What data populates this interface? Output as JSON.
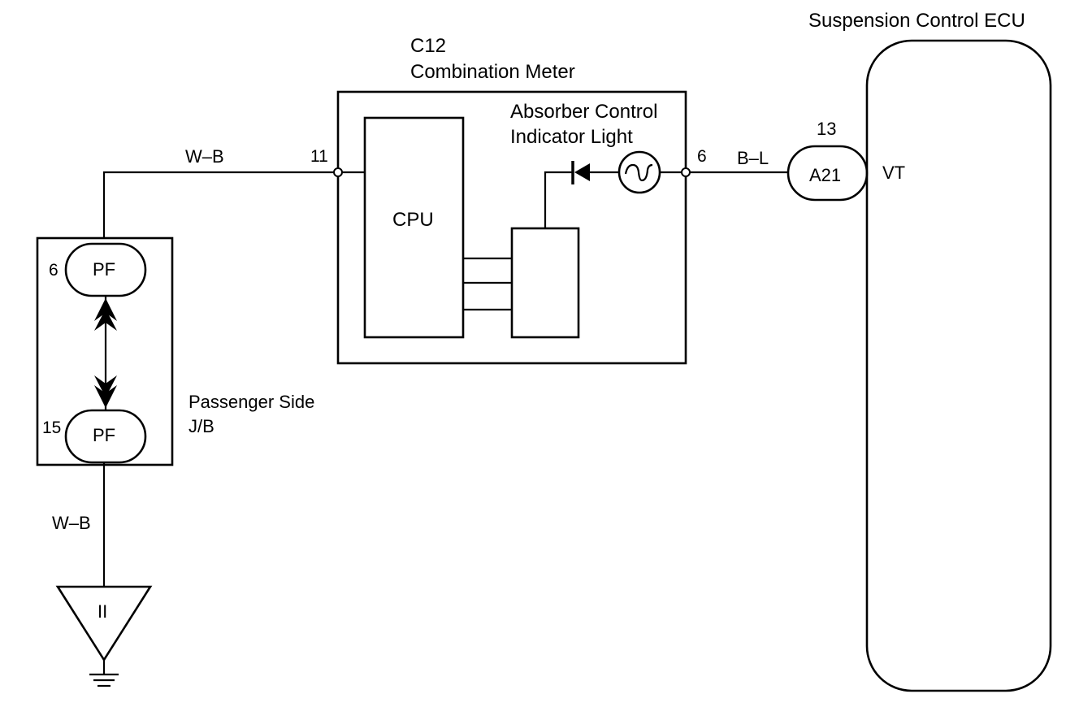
{
  "combination_meter": {
    "connector": "C12",
    "name": "Combination Meter",
    "cpu_label": "CPU",
    "indicator_label_line1": "Absorber Control",
    "indicator_label_line2": "Indicator Light",
    "pin_left": "11",
    "pin_right": "6"
  },
  "ecu": {
    "name": "Suspension Control ECU",
    "connector": "A21",
    "pin": "13",
    "terminal": "VT"
  },
  "junction_block": {
    "name_line1": "Passenger Side",
    "name_line2": "J/B",
    "top_connector": "PF",
    "top_pin": "6",
    "bottom_connector": "PF",
    "bottom_pin": "15"
  },
  "wires": {
    "top_wire": "W–B",
    "right_wire": "B–L",
    "ground_wire": "W–B"
  },
  "ground": {
    "label": "II"
  }
}
